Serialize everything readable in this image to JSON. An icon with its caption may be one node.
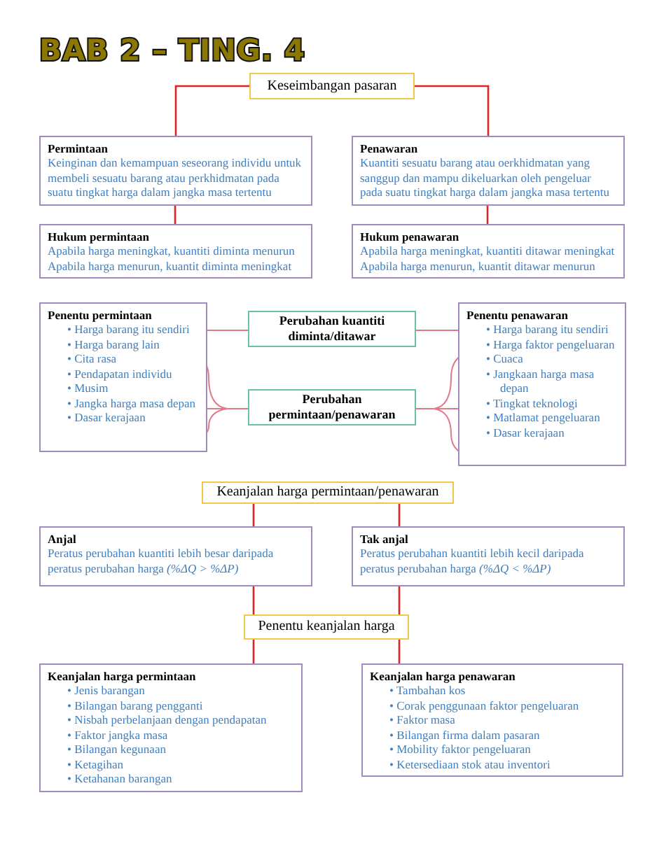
{
  "diagram": {
    "title": "BAB 2 – TING. 4",
    "nodes": [
      {
        "text": [
          "Keseimbangan pasaran"
        ]
      },
      {
        "text": [
          "Permintaan",
          "Keinginan dan kemampuan seseorang individu untuk membeli sesuatu barang atau perkhidmatan pada suatu tingkat harga dalam jangka masa tertentu"
        ]
      },
      {
        "text": [
          "Penawaran",
          "Kuantiti sesuatu barang atau oerkhidmatan yang sanggup dan mampu dikeluarkan oleh pengeluar pada suatu tingkat harga dalam jangka masa tertentu"
        ]
      },
      {
        "text": [
          "Hukum permintaan",
          "Apabila harga meningkat, kuantiti diminta menurun",
          "Apabila harga menurun, kuantit diminta meningkat"
        ]
      },
      {
        "text": [
          "Hukum penawaran",
          "Apabila harga meningkat, kuantiti ditawar meningkat",
          "Apabila harga menurun, kuantit ditawar menurun"
        ]
      },
      {
        "text": [
          "Penentu permintaan",
          "• Harga barang itu sendiri",
          "• Harga barang lain",
          "• Cita rasa",
          "• Pendapatan individu",
          "• Musim",
          "• Jangka harga masa depan",
          "• Dasar kerajaan"
        ]
      },
      {
        "text": [
          "Perubahan kuantiti diminta/ditawar"
        ]
      },
      {
        "text": [
          "Perubahan permintaan/penawaran"
        ]
      },
      {
        "text": [
          "Penentu penawaran",
          "• Harga barang itu sendiri",
          "• Harga faktor pengeluaran",
          "• Cuaca",
          "• Jangkaan harga masa depan",
          "• Tingkat teknologi",
          "• Matlamat pengeluaran",
          "• Dasar kerajaan"
        ]
      },
      {
        "text": [
          "Keanjalan harga permintaan/penawaran"
        ]
      },
      {
        "text": [
          "Anjal",
          "Peratus perubahan kuantiti lebih besar daripada peratus perubahan harga *(%ΔQ > %ΔP)*"
        ]
      },
      {
        "text": [
          "Tak anjal",
          "Peratus perubahan kuantiti lebih kecil daripada peratus perubahan harga *(%ΔQ < %ΔP)*"
        ]
      },
      {
        "text": [
          "Penentu keanjalan harga"
        ]
      },
      {
        "text": [
          "Keanjalan harga permintaan",
          "• Jenis barangan",
          "• Bilangan barang pengganti",
          "• Nisbah perbelanjaan dengan pendapatan",
          "• Faktor jangka masa",
          "• Bilangan kegunaan",
          "• Ketagihan",
          "• Ketahanan barangan"
        ]
      },
      {
        "text": [
          "Keanjalan harga penawaran",
          "• Tambahan kos",
          "• Corak penggunaan faktor pengeluaran",
          "• Faktor masa",
          "• Bilangan firma dalam pasaran",
          "• Mobility faktor pengeluaran",
          "• Ketersediaan stok atau inventori"
        ]
      }
    ],
    "edges": [
      {
        "from": 0,
        "to": 1,
        "arrow": "none"
      },
      {
        "from": 0,
        "to": 2,
        "arrow": "none"
      },
      {
        "from": 1,
        "to": 3,
        "arrow": "none"
      },
      {
        "from": 2,
        "to": 4,
        "arrow": "none"
      },
      {
        "from": 5,
        "to": 6,
        "arrow": "none",
        "color": "#e07a8a"
      },
      {
        "from": 5,
        "to": 7,
        "arrow": "none",
        "color": "#e07a8a"
      },
      {
        "from": 6,
        "to": 8,
        "arrow": "none",
        "color": "#e07a8a"
      },
      {
        "from": 7,
        "to": 8,
        "arrow": "none",
        "color": "#e07a8a"
      },
      {
        "from": 9,
        "to": 10,
        "arrow": "none"
      },
      {
        "from": 9,
        "to": 11,
        "arrow": "none"
      },
      {
        "from": 10,
        "to": 12,
        "arrow": "none"
      },
      {
        "from": 11,
        "to": 12,
        "arrow": "none"
      },
      {
        "from": 12,
        "to": 13,
        "arrow": "none"
      },
      {
        "from": 12,
        "to": 14,
        "arrow": "none"
      }
    ]
  }
}
